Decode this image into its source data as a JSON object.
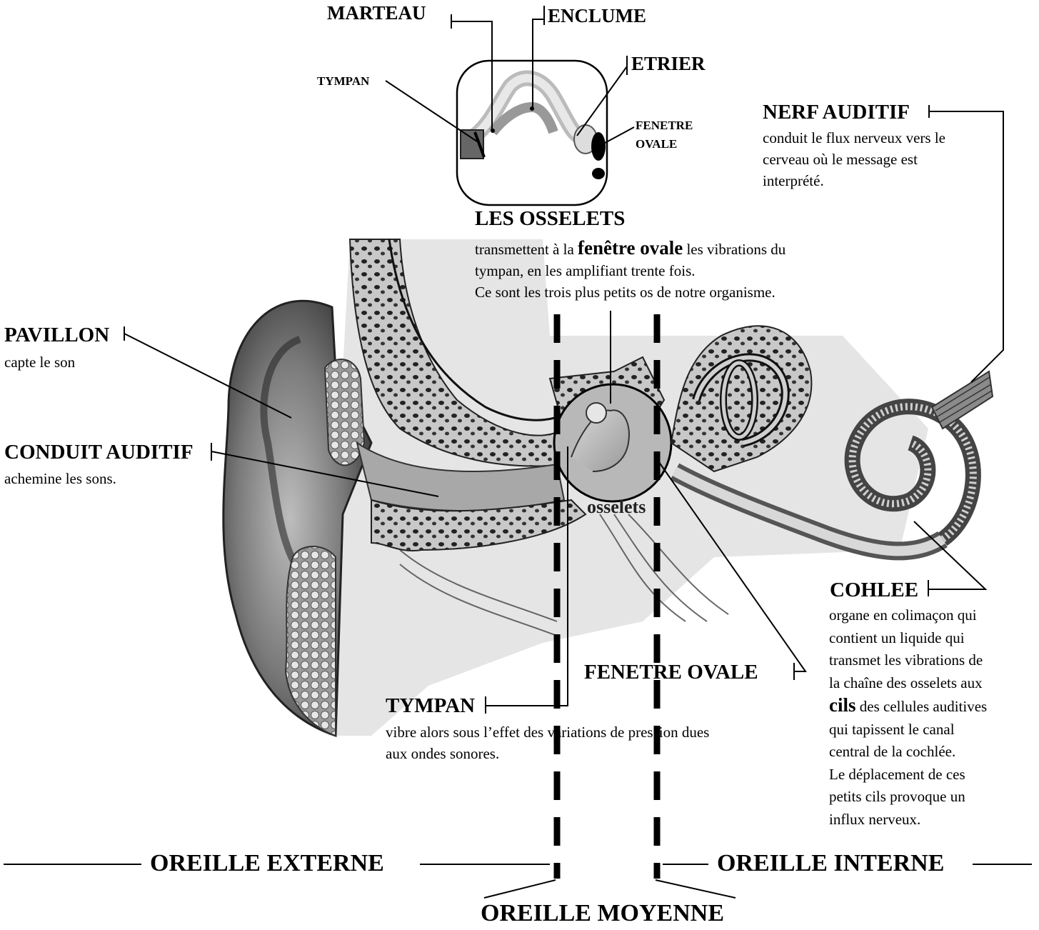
{
  "labels": {
    "marteau": "MARTEAU",
    "enclume": "ENCLUME",
    "etrier": "ETRIER",
    "tympan_small": "TYMPAN",
    "fenetre_ovale_small_1": "FENETRE",
    "fenetre_ovale_small_2": "OVALE",
    "nerf_auditif": "NERF AUDITIF",
    "les_osselets": "LES OSSELETS",
    "pavillon": "PAVILLON",
    "conduit_auditif": "CONDUIT AUDITIF",
    "cohlee": "COHLEE",
    "fenetre_ovale": "FENETRE OVALE",
    "tympan": "TYMPAN",
    "osselets_in_image": "osselets"
  },
  "descriptions": {
    "nerf_auditif": [
      "conduit le flux nerveux vers le",
      "cerveau où le message est",
      "interprété."
    ],
    "osselets": {
      "line1_before": "transmettent à la ",
      "line1_highlight": "fenêtre ovale",
      "line1_after": " les vibrations du",
      "line2": "tympan, en les amplifiant trente fois.",
      "line3": "Ce sont les trois plus petits os de notre organisme."
    },
    "pavillon": "capte le son",
    "conduit_auditif": "achemine les sons.",
    "cohlee": {
      "lines_before": [
        "organe en colimaçon qui",
        "contient un liquide qui",
        "transmet les vibrations de",
        "la chaîne des osselets aux"
      ],
      "highlight": "cils",
      "highlight_after": " des cellules auditives",
      "lines_after": [
        "qui tapissent le canal",
        "central de la cochlée.",
        "Le déplacement de ces",
        "petits cils provoque un",
        "influx nerveux."
      ]
    },
    "tympan": [
      "vibre alors sous l’effet des variations de pression dues",
      "aux ondes sonores."
    ]
  },
  "regions": {
    "externe": "OREILLE EXTERNE",
    "interne": "OREILLE INTERNE",
    "moyenne": "OREILLE MOYENNE"
  }
}
